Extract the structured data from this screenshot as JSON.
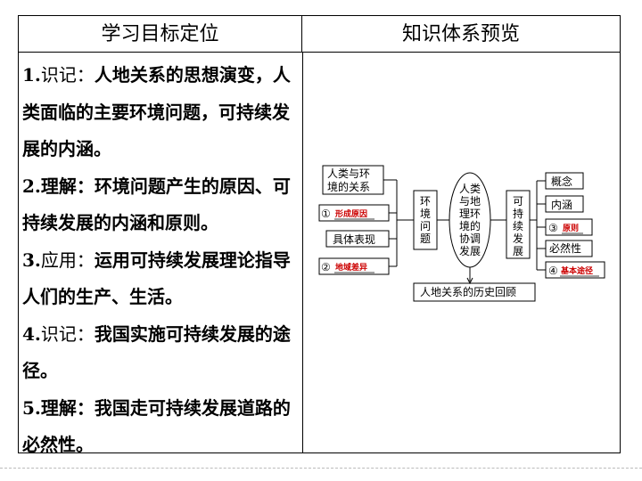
{
  "header": {
    "left_title": "学习目标定位",
    "right_title": "知识体系预览"
  },
  "goals": [
    {
      "num": "1.",
      "verb": "识记：",
      "text": "人地关系的思想演变，人类面临的主要环境问题，可持续发展的内涵。"
    },
    {
      "num": "2.",
      "verb": "理解：",
      "text": "环境问题产生的原因、可持续发展的内涵和原则。"
    },
    {
      "num": "3.",
      "verb": "应用：",
      "text": "运用可持续发展理论指导人们的生产、生活。"
    },
    {
      "num": "4.",
      "verb": "识记：",
      "text": "我国实施可持续发展的途径。"
    },
    {
      "num": "5.",
      "verb": "理解：",
      "text": "我国走可持续发展道路的必然性。"
    }
  ],
  "diagram": {
    "left_top": "人类与环境的关系",
    "left_1_num": "①",
    "left_1_ans": "形成原因",
    "left_3": "具体表现",
    "left_2_num": "②",
    "left_2_ans": "地域差异",
    "env_box": [
      "环",
      "境",
      "问",
      "题"
    ],
    "center_oval": [
      "人类",
      "与地",
      "理环",
      "境的",
      "协调",
      "发展"
    ],
    "sd_box": [
      "可",
      "持",
      "续",
      "发",
      "展"
    ],
    "right_1": "概念",
    "right_2": "内涵",
    "right_3_num": "③",
    "right_3_ans": "原则",
    "right_4": "必然性",
    "right_5_num": "④",
    "right_5_ans": "基本途径",
    "bottom_box": "人地关系的历史回顾"
  },
  "colors": {
    "answer_red": "#cc0000",
    "border": "#000000"
  }
}
